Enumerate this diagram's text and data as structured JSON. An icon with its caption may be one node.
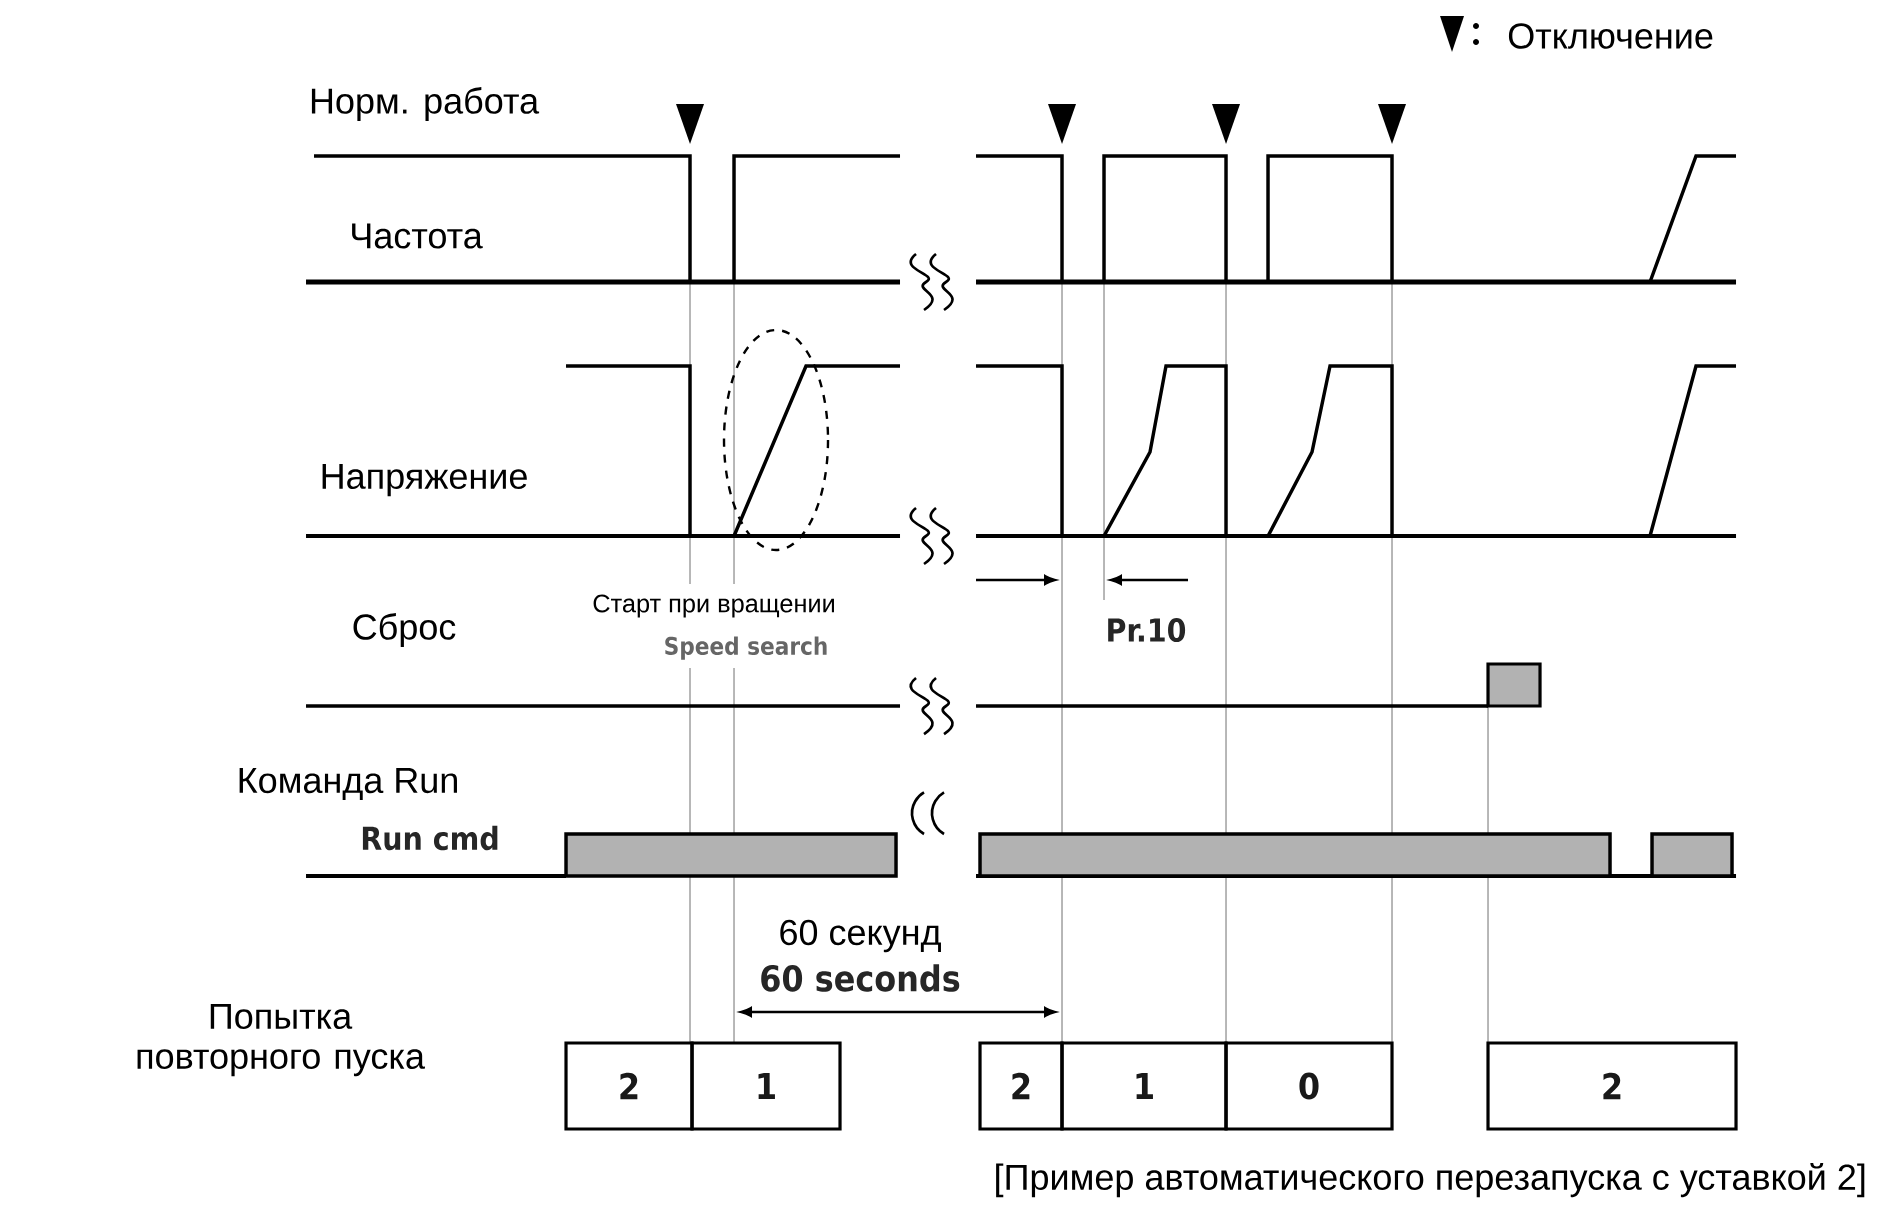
{
  "diagram": {
    "caption": "[Пример автоматического перезапуска с уставкой 2]",
    "labels": [
      "Норм. работа",
      "Частота",
      "Напряжение",
      "Сброс",
      "Старт при вращении",
      "Speed search",
      "Pr.10",
      "Команда Run",
      "Run cmd",
      "60 секунд",
      "60 seconds",
      "Попытка повторного пуска",
      "2",
      "1",
      "2",
      "1",
      "0",
      "2"
    ],
    "legend": [
      {
        "text": "Отключение"
      }
    ]
  }
}
